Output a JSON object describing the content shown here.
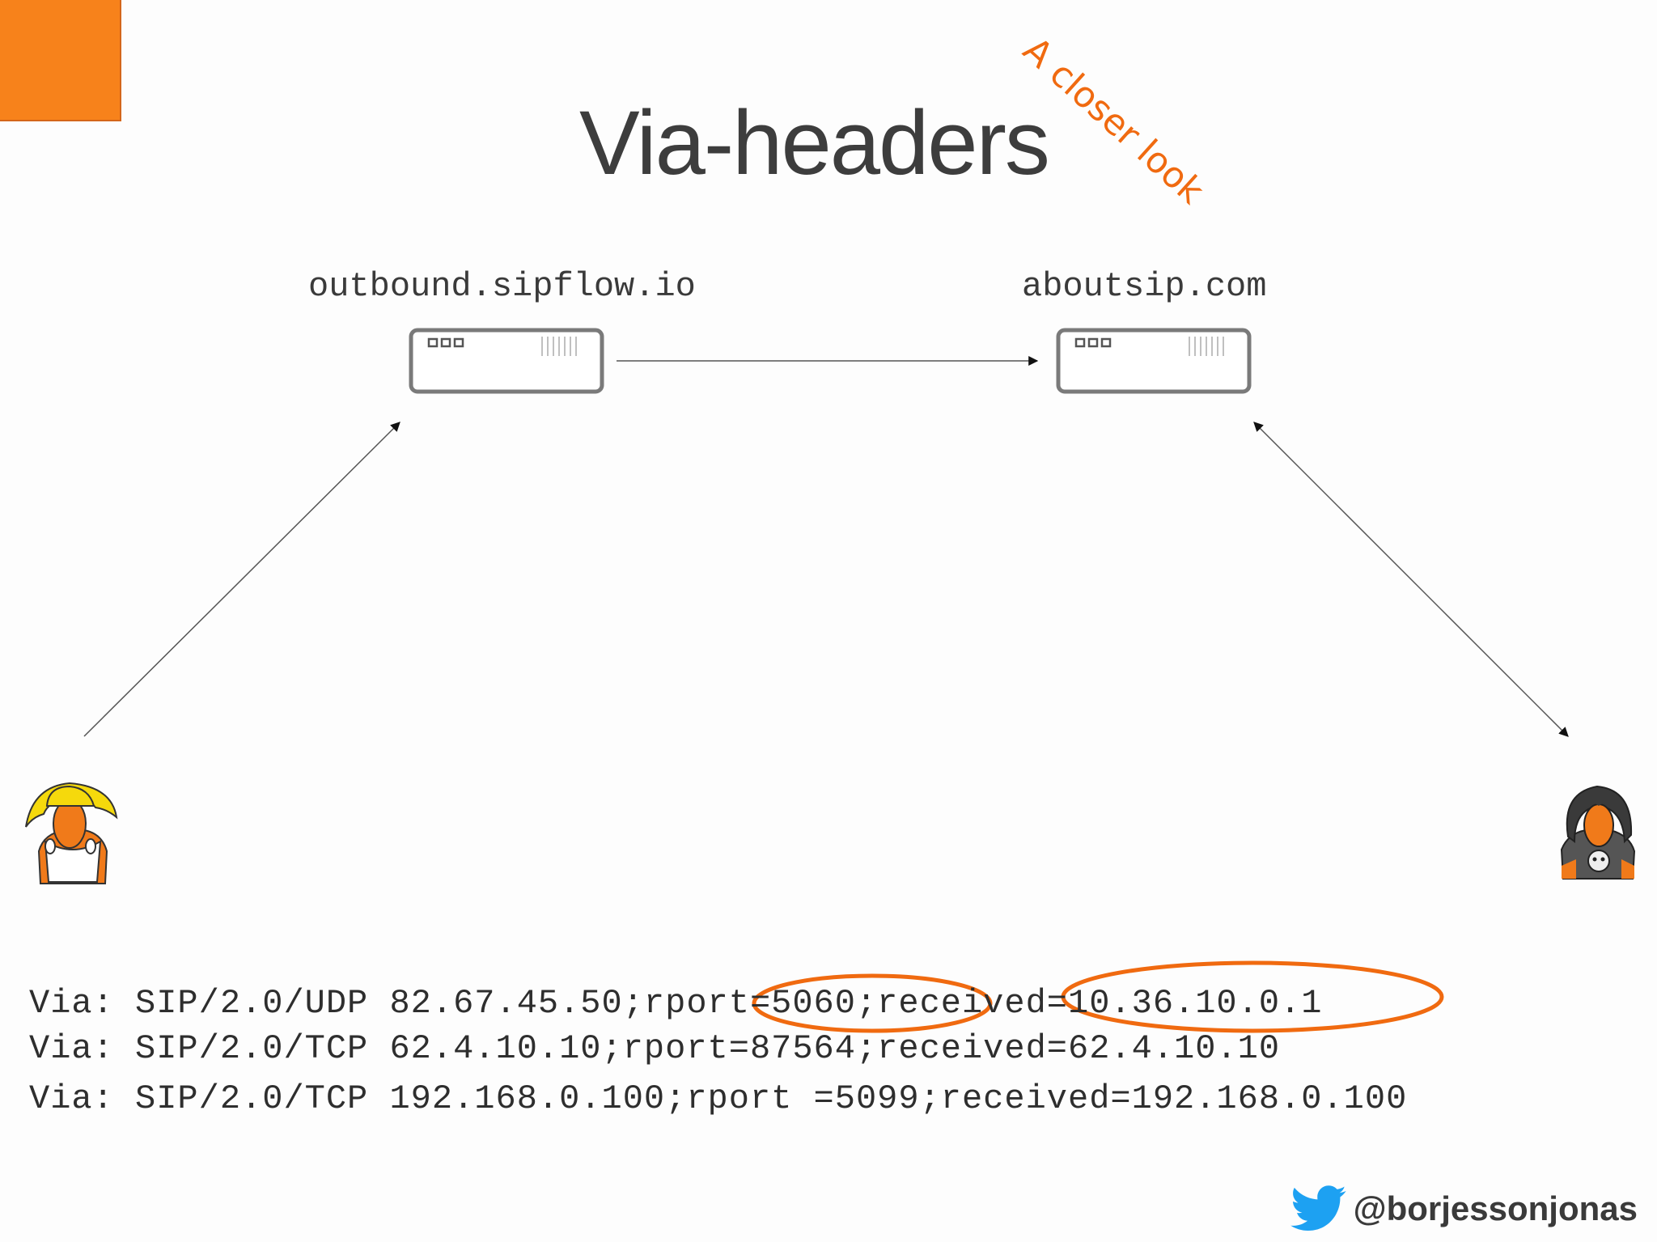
{
  "title": "Via-headers",
  "annotation": "A closer look",
  "nodes": {
    "left": "outbound.sipflow.io",
    "right": "aboutsip.com"
  },
  "via_lines": [
    "Via: SIP/2.0/UDP 82.67.45.50;rport=5060;received=10.36.10.0.1",
    "Via: SIP/2.0/TCP 62.4.10.10;rport=87564;received=62.4.10.10",
    "Via: SIP/2.0/TCP 192.168.0.100;rport =5099;received=192.168.0.100"
  ],
  "footer": {
    "handle": "@borjessonjonas",
    "icon": "twitter-bird-icon"
  },
  "colors": {
    "accent": "#f7821b",
    "highlight": "#f06a10",
    "text": "#3d3d3d"
  }
}
